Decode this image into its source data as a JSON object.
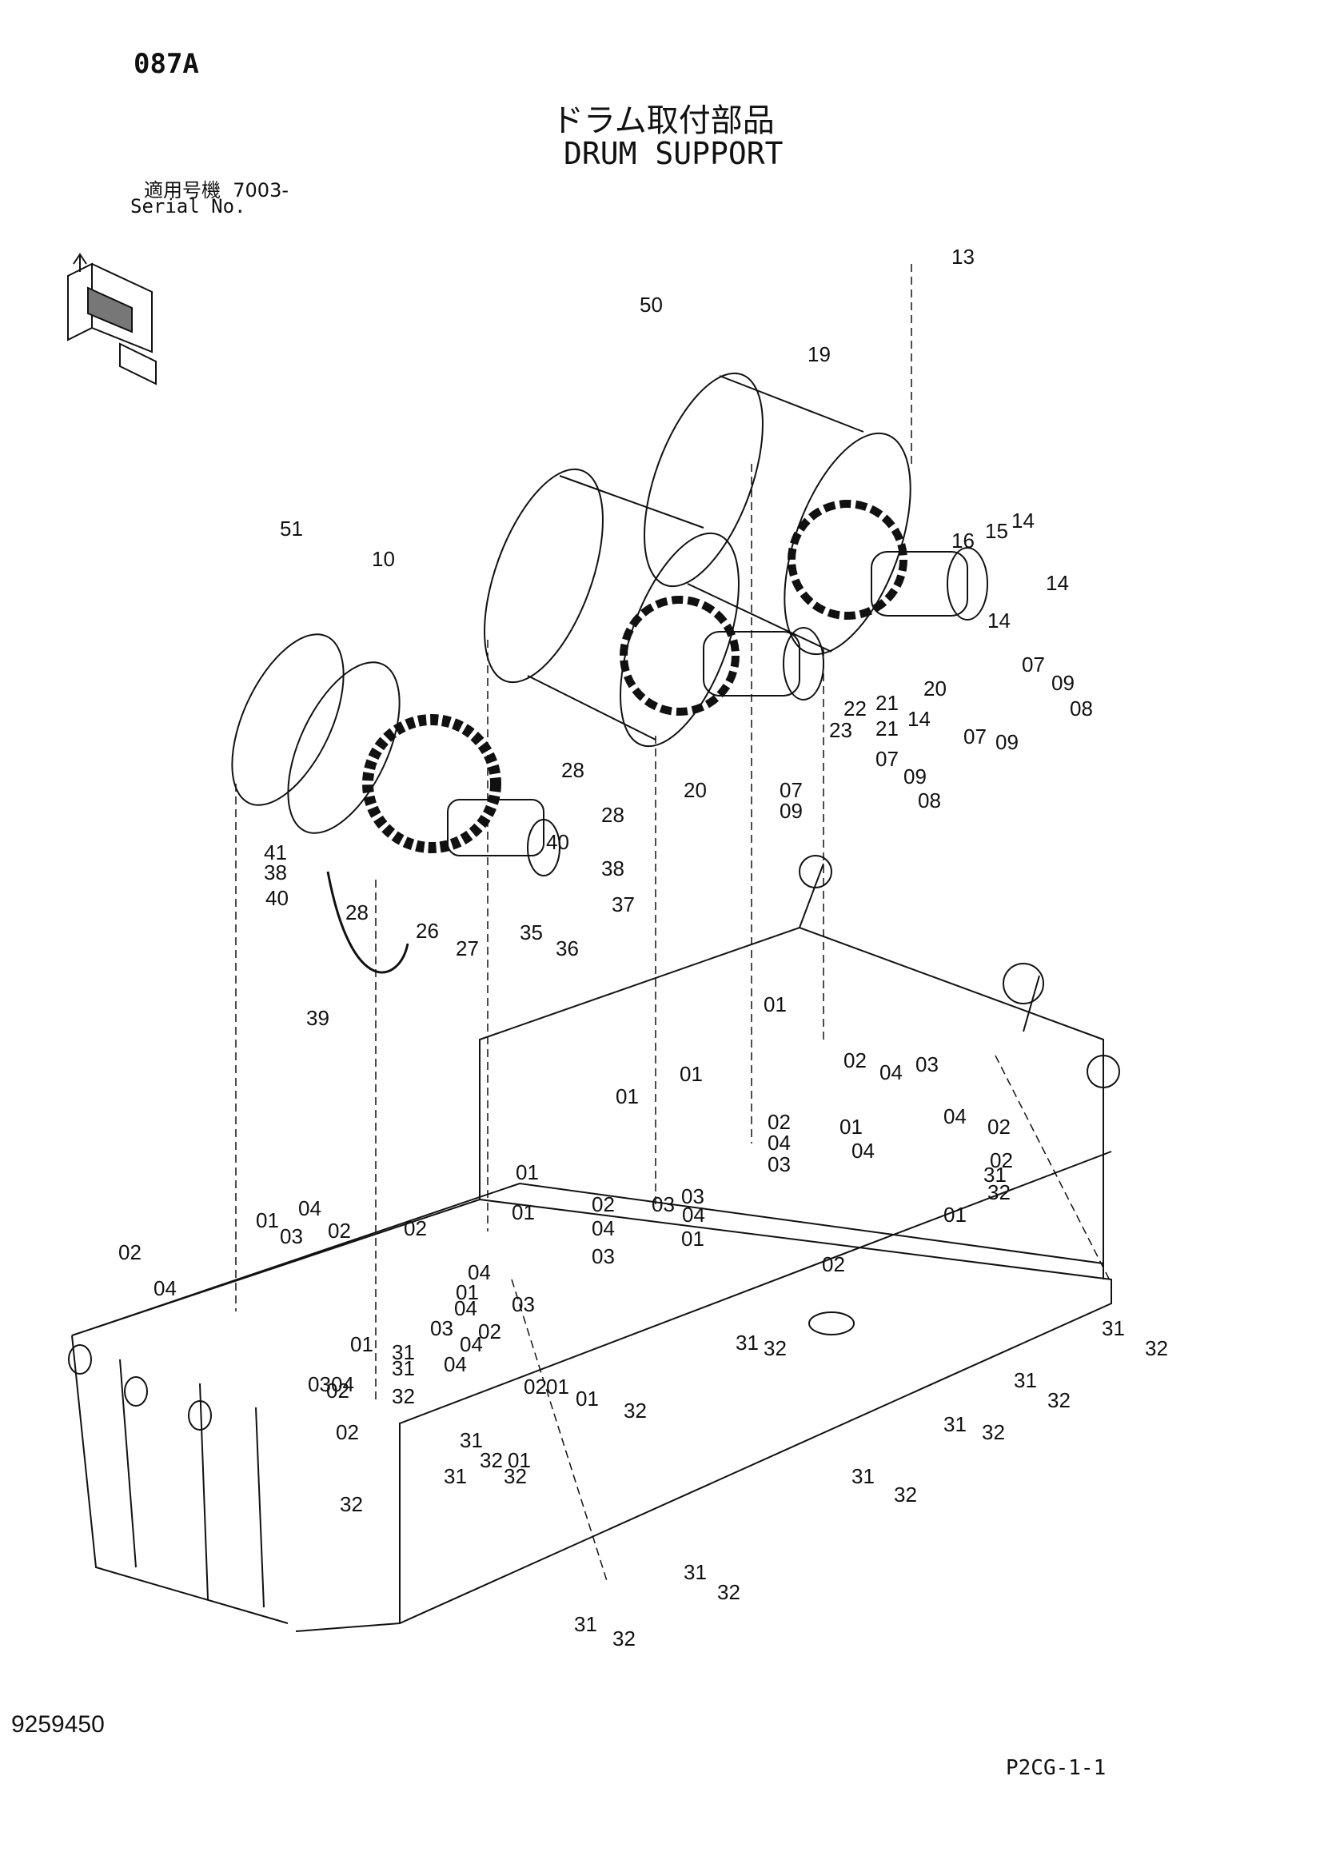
{
  "header": {
    "page_code": "087A",
    "title_jp": "ドラム取付部品",
    "title_en": "DRUM SUPPORT",
    "serial_label_jp": "適用号機",
    "serial_value": "7003-",
    "serial_label_en": "Serial No."
  },
  "footer": {
    "drawing_number": "9259450",
    "sheet_ref": "P2CG-1-1"
  },
  "orientation_icon": "front-direction-icon",
  "part_labels": [
    "13",
    "19",
    "50",
    "51",
    "10",
    "16",
    "15",
    "14",
    "14",
    "14",
    "20",
    "22",
    "21",
    "23",
    "21",
    "14",
    "07",
    "09",
    "08",
    "07",
    "09",
    "20",
    "07",
    "09",
    "07",
    "09",
    "08",
    "28",
    "28",
    "41",
    "38",
    "40",
    "28",
    "40",
    "38",
    "37",
    "26",
    "27",
    "35",
    "36",
    "39",
    "01",
    "02",
    "04",
    "03",
    "01",
    "01",
    "02",
    "04",
    "03",
    "01",
    "04",
    "02",
    "01",
    "02",
    "04",
    "03",
    "03",
    "04",
    "02",
    "01",
    "31",
    "32",
    "01",
    "02",
    "04",
    "03",
    "01",
    "02",
    "03",
    "04",
    "01",
    "02",
    "04",
    "03",
    "04",
    "01",
    "02",
    "04",
    "31",
    "32",
    "31",
    "32",
    "02",
    "01",
    "02",
    "04",
    "03",
    "04",
    "02",
    "01",
    "03",
    "04",
    "02",
    "31",
    "32",
    "01",
    "31",
    "32",
    "01",
    "31",
    "32",
    "32",
    "31",
    "32",
    "31",
    "32",
    "31",
    "32",
    "31",
    "32",
    "31",
    "32",
    "31",
    "32",
    "31"
  ]
}
